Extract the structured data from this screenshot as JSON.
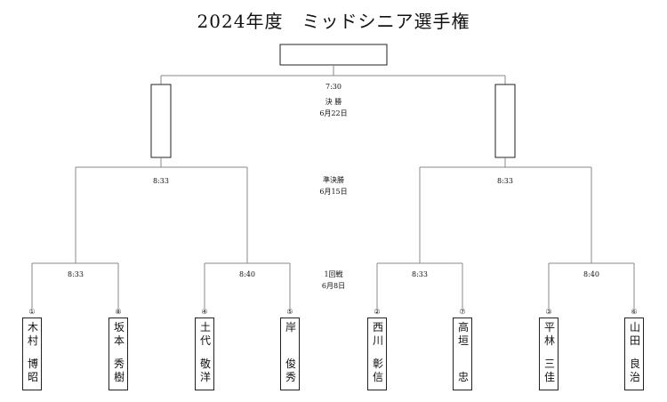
{
  "title": "2024年度　ミッドシニア選手権",
  "rounds": {
    "final": {
      "time": "7:30",
      "name": "決 勝",
      "date": "6月22日"
    },
    "semi": {
      "name": "準決勝",
      "date": "6月15日"
    },
    "first": {
      "name": "1回戦",
      "date": "6月8日"
    }
  },
  "semi_times": {
    "left": "8:33",
    "right": "8:33"
  },
  "first_times": [
    "8:33",
    "8:40",
    "8:33",
    "8:40"
  ],
  "players": [
    {
      "seed": "①",
      "c1": "木",
      "c2": "村",
      "c3": "博",
      "c4": "昭"
    },
    {
      "seed": "⑧",
      "c1": "坂",
      "c2": "本",
      "c3": "秀",
      "c4": "樹"
    },
    {
      "seed": "④",
      "c1": "土",
      "c2": "代",
      "c3": "敬",
      "c4": "洋"
    },
    {
      "seed": "⑤",
      "c1": "岸",
      "c2": "",
      "c3": "俊",
      "c4": "秀"
    },
    {
      "seed": "②",
      "c1": "西",
      "c2": "川",
      "c3": "彰",
      "c4": "信"
    },
    {
      "seed": "⑦",
      "c1": "高",
      "c2": "垣",
      "c3": "",
      "c4": "忠"
    },
    {
      "seed": "③",
      "c1": "平",
      "c2": "林",
      "c3": "三",
      "c4": "佳"
    },
    {
      "seed": "⑥",
      "c1": "山",
      "c2": "田",
      "c3": "良",
      "c4": "治"
    }
  ]
}
